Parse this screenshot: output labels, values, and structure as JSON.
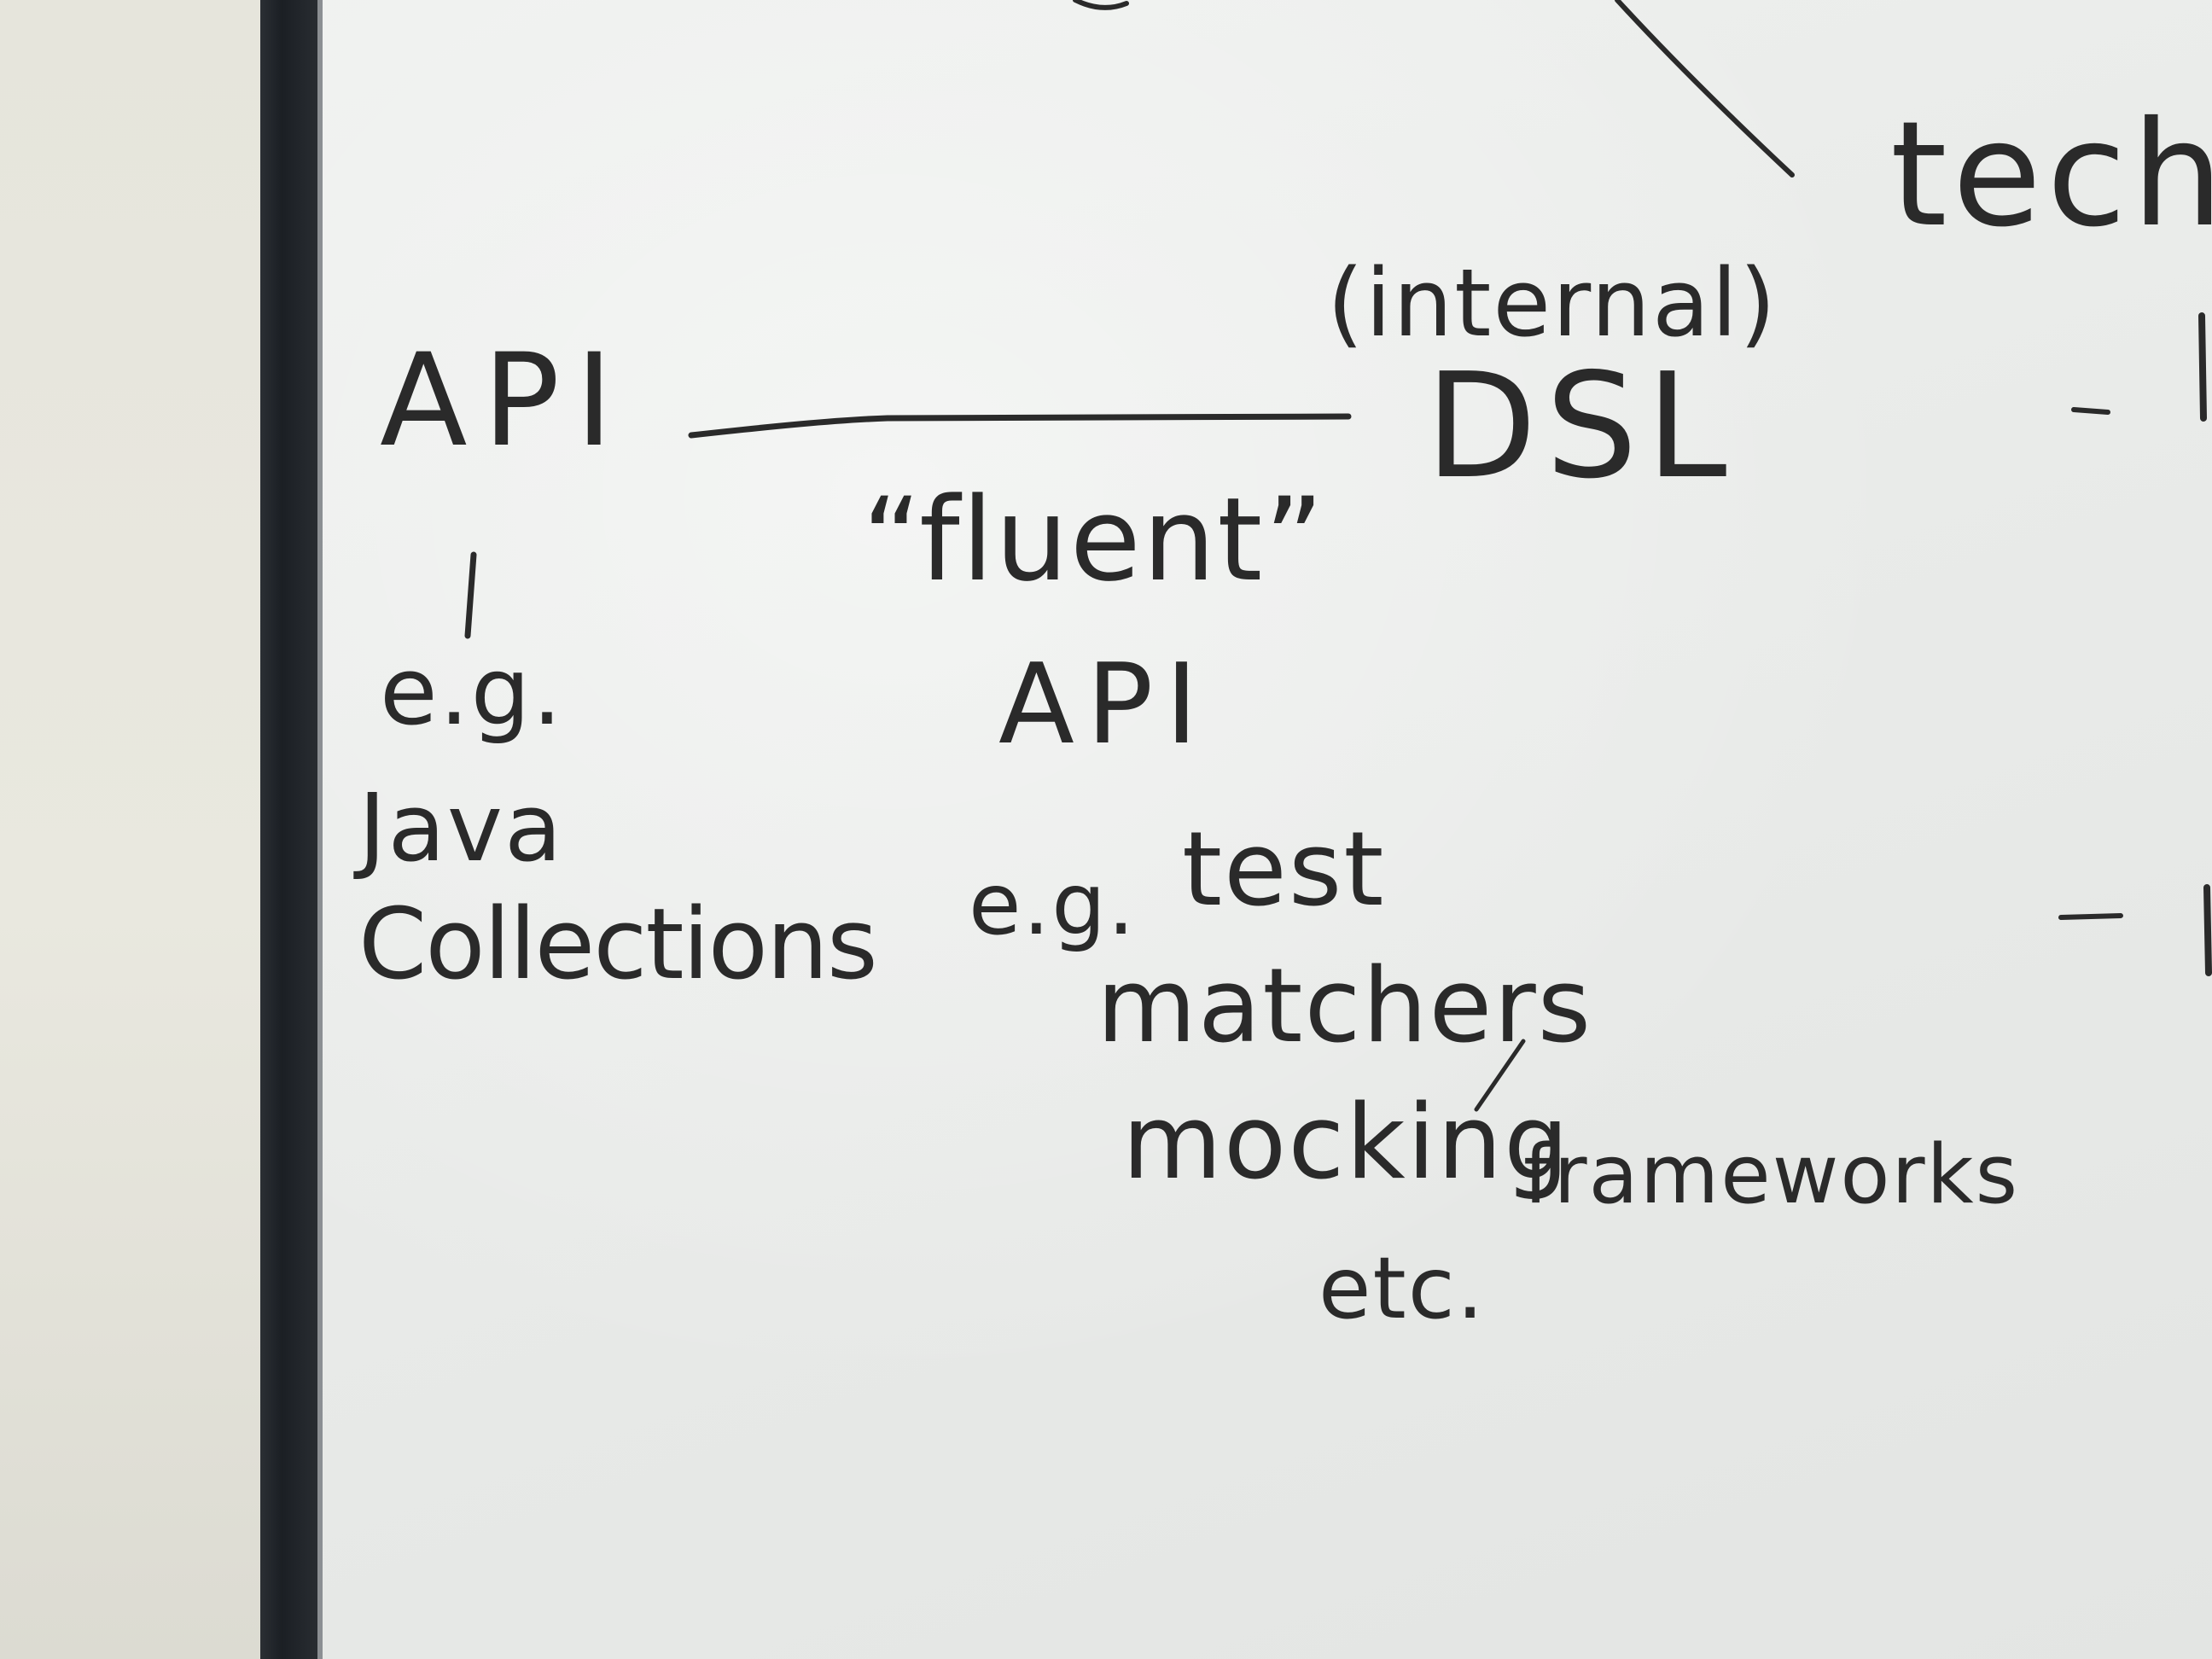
{
  "photo": {
    "subject": "",
    "board_text": {
      "api_left": "API",
      "internal": "(internal)",
      "dsl": "DSL",
      "fluent": "“fluent”",
      "api_mid": "API",
      "eg_left": "e.g.",
      "java": "Java",
      "collections": "Collections",
      "eg_mid": "e.g.",
      "test": "test",
      "matchers": "matchers",
      "mocking": "mocking",
      "frameworks": "frameworks",
      "etc": "etc.",
      "tech_partial": "tech"
    },
    "colors": {
      "ink": "#2a2a2a",
      "board": "#e9ebe9",
      "frame": "#1f2328",
      "wall": "#e6e5dc"
    }
  }
}
